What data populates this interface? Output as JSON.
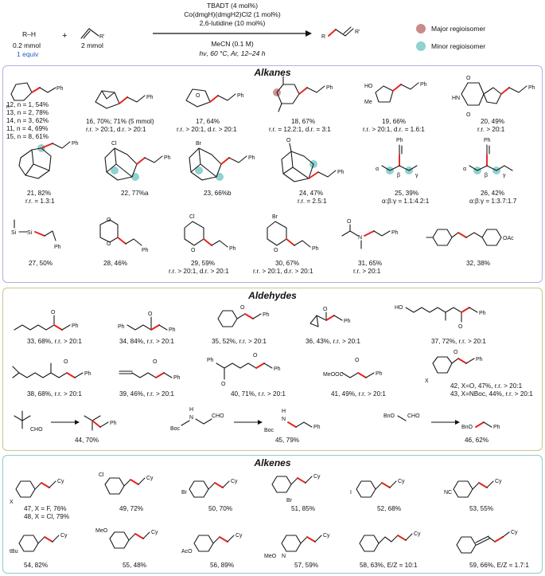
{
  "colors": {
    "alkanes_border": "#b9b0dd",
    "aldehydes_border": "#c9c58a",
    "alkenes_border": "#8ecbc8",
    "major_dot": "#c98a8a",
    "minor_dot": "#8fd2cf",
    "new_bond": "#e3231c",
    "equiv_blue": "#1f5fbf"
  },
  "header": {
    "reactant1": "R–H",
    "reactant1_amount": "0.2 mmol",
    "reactant1_equiv": "1 equiv",
    "plus": "+",
    "reactant2_substituent": "R'",
    "reactant2_amount": "2 mmol",
    "conditions": [
      "TBADT (4 mol%)",
      "Co(dmgH)(dmgH2)Cl2 (1 mol%)",
      "2,6-lutidine (10 mol%)"
    ],
    "solvent": "MeCN (0.1 M)",
    "reaction_conditions": "hν, 60 °C, Ar, 12–24 h",
    "product_R": "R",
    "product_Rp": "R'",
    "legend_major": "Major regioisomer",
    "legend_minor": "Minor regioisomer"
  },
  "sections": {
    "alkanes": "Alkanes",
    "aldehydes": "Aldehydes",
    "alkenes": "Alkenes"
  },
  "alkanes": {
    "c12_lines": [
      "12, n = 1, 54%",
      "13, n = 2, 78%",
      "14, n = 3, 62%",
      "11, n = 4, 69%",
      "15, n = 8, 61%"
    ],
    "c16": [
      "16, 70%; 71% (5 mmol)",
      "r.r. > 20:1, d.r. > 20:1"
    ],
    "c17": [
      "17, 64%",
      "r.r. > 20:1, d.r. > 20:1"
    ],
    "c18": [
      "18, 67%",
      "r.r. = 12.2:1, d.r. = 3:1"
    ],
    "c19": [
      "19, 66%",
      "r.r. > 20:1, d.r. = 1.6:1"
    ],
    "c20": [
      "20, 49%",
      "r.r. > 20:1"
    ],
    "c21": [
      "21, 82%",
      "r.r. = 1.3:1"
    ],
    "c22": [
      "22, 77%a"
    ],
    "c23": [
      "23, 66%b"
    ],
    "c24": [
      "24, 47%",
      "r.r. = 2.5:1"
    ],
    "c25": [
      "25, 39%",
      "α:β:γ = 1.1:4.2:1"
    ],
    "c26": [
      "26, 42%",
      "α:β:γ = 1:3.7:1.7"
    ],
    "c27": [
      "27, 50%"
    ],
    "c28": [
      "28, 46%"
    ],
    "c29": [
      "29, 59%",
      "r.r. > 20:1, d.r. > 20:1"
    ],
    "c30": [
      "30, 67%",
      "r.r. > 20:1, d.r. > 20:1"
    ],
    "c31": [
      "31, 65%",
      "r.r. > 20:1"
    ],
    "c32": [
      "32, 38%"
    ]
  },
  "aldehydes": {
    "c33": "33, 68%, r.r. > 20:1",
    "c34": "34, 84%, r.r. > 20:1",
    "c35": "35, 52%, r.r. > 20:1",
    "c36": "36, 43%, r.r. > 20:1",
    "c37": "37, 72%, r.r. > 20:1",
    "c38": "38, 68%, r.r. > 20:1",
    "c39": "39, 46%, r.r. > 20:1",
    "c40": "40, 71%, r.r. > 20:1",
    "c41": "41, 49%, r.r. > 20:1",
    "c42": "42, X=O, 47%, r.r. > 20:1",
    "c43": "43, X=NBoc, 44%, r.r. > 20:1",
    "c44": "44, 70%",
    "c45": "45, 79%",
    "c46": "46, 62%"
  },
  "alkenes": {
    "c47": "47, X = F, 76%",
    "c48": "48, X = Cl, 79%",
    "c49": "49, 72%",
    "c50": "50, 70%",
    "c51": "51, 85%",
    "c52": "52, 68%",
    "c53": "53, 55%",
    "c54": "54, 82%",
    "c55": "55, 48%",
    "c56": "56, 89%",
    "c57": "57, 59%",
    "c58": "58, 63%, E/Z = 10:1",
    "c59": "59, 66%, E/Z = 1.7:1"
  },
  "atoms": {
    "Ph": "Ph",
    "Cy": "Cy",
    "Cl": "Cl",
    "Br": "Br",
    "I": "I",
    "F": "F",
    "X": "X",
    "O": "O",
    "N": "N",
    "HO": "HO",
    "Me": "Me",
    "HN": "HN",
    "Si": "Si",
    "CHO": "CHO",
    "Boc": "Boc",
    "BnO": "BnO",
    "MeO": "MeO",
    "AcO": "AcO",
    "OAc": "OAc",
    "NC": "NC",
    "tBu": "tBu",
    "MeOOC": "MeOOC",
    "H": "H",
    "n": "n",
    "alpha": "α",
    "beta": "β",
    "gamma": "γ"
  }
}
